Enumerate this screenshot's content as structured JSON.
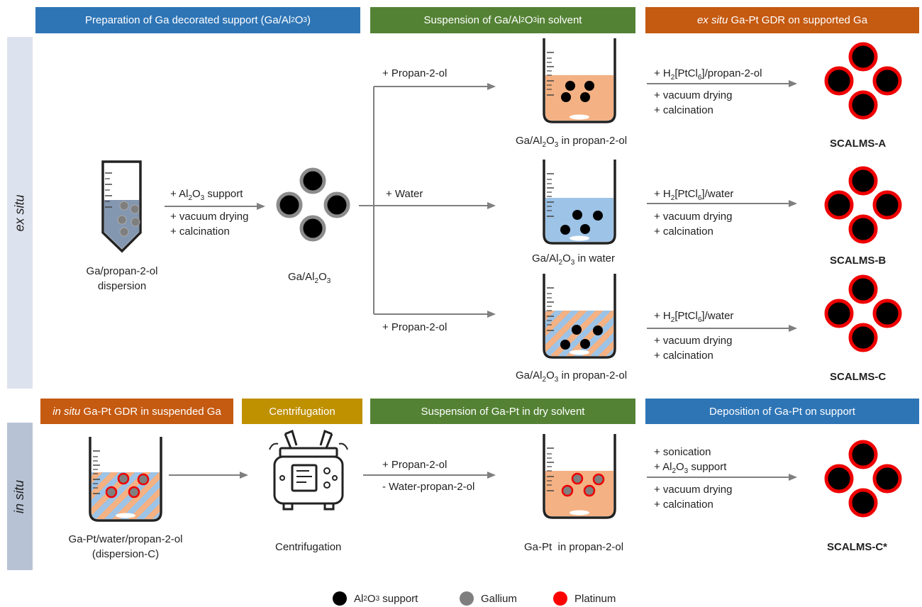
{
  "headers": {
    "h1": {
      "pre": "Preparation of Ga decorated support (Ga/Al",
      "sub": "2",
      "mid": "O",
      "sub2": "3",
      "post": ")",
      "color": "#2e75b6"
    },
    "h2": {
      "pre": "Suspension of Ga/Al",
      "sub": "2",
      "mid": "O",
      "sub2": "3",
      "post": " in solvent",
      "color": "#548235"
    },
    "h3": {
      "em": "ex situ",
      "post": " Ga-Pt GDR on supported Ga",
      "color": "#c55a11"
    },
    "h4": {
      "em": "in situ",
      "post": " Ga-Pt GDR in suspended Ga",
      "color": "#c55a11"
    },
    "h5": {
      "text": "Centrifugation",
      "color": "#bf9000"
    },
    "h6": {
      "text": "Suspension of Ga-Pt in dry solvent",
      "color": "#548235"
    },
    "h7": {
      "text": "Deposition of Ga-Pt on support",
      "color": "#2e75b6"
    }
  },
  "side": {
    "ex": "ex situ",
    "in": "in situ"
  },
  "labels": {
    "dispersion": "Ga/propan-2-ol\ndispersion",
    "step1a": {
      "pre": "+ Al",
      "sub": "2",
      "mid": "O",
      "sub2": "3",
      "post": " support"
    },
    "step1b": "+ vacuum drying",
    "step1c": "+ calcination",
    "gaal": {
      "pre": "Ga/Al",
      "sub": "2",
      "mid": "O",
      "sub2": "3",
      "post": ""
    },
    "branchA": "+ Propan-2-ol",
    "branchB": "+ Water",
    "branchC": "+ Propan-2-ol",
    "beakerA": {
      "pre": "Ga/Al",
      "sub": "2",
      "mid": "O",
      "sub2": "3",
      "post": " in propan-2-ol"
    },
    "beakerB": {
      "pre": "Ga/Al",
      "sub": "2",
      "mid": "O",
      "sub2": "3",
      "post": " in water"
    },
    "beakerC": {
      "pre": "Ga/Al",
      "sub": "2",
      "mid": "O",
      "sub2": "3",
      "post": " in propan-2-ol"
    },
    "ptA": {
      "pre": "+ H",
      "sub": "2",
      "mid": "[PtCl",
      "sub2": "6",
      "post": "]/propan-2-ol"
    },
    "ptB": {
      "pre": "+ H",
      "sub": "2",
      "mid": "[PtCl",
      "sub2": "6",
      "post": "]/water"
    },
    "ptC": {
      "pre": "+ H",
      "sub": "2",
      "mid": "[PtCl",
      "sub2": "6",
      "post": "]/water"
    },
    "vac": "+ vacuum drying",
    "calc": "+ calcination",
    "prodA": "SCALMS-A",
    "prodB": "SCALMS-B",
    "prodC": "SCALMS-C",
    "prodCs": "SCALMS-C*",
    "gaptDisp": "Ga-Pt/water/propan-2-ol\n(dispersion-C)",
    "centri": "Centrifugation",
    "dry1": "+ Propan-2-ol",
    "dry2": "- Water-propan-2-ol",
    "gaptProp": "Ga-Pt  in propan-2-ol",
    "dep1": "+ sonication",
    "dep2": {
      "pre": "+ Al",
      "sub": "2",
      "mid": "O",
      "sub2": "3",
      "post": " support"
    }
  },
  "legend": {
    "al": {
      "pre": "Al",
      "sub": "2",
      "mid": "O",
      "sub2": "3",
      "post": " support",
      "color": "#000000"
    },
    "ga": {
      "text": "Gallium",
      "color": "#7f7f7f"
    },
    "pt": {
      "text": "Platinum",
      "color": "#ff0000"
    }
  },
  "colors": {
    "sideBar": "#dde3ee",
    "sideBarIn": "#b7c3d5",
    "propanol": "#f4b183",
    "water": "#9dc3e6",
    "arrow": "#7f7f7f"
  }
}
